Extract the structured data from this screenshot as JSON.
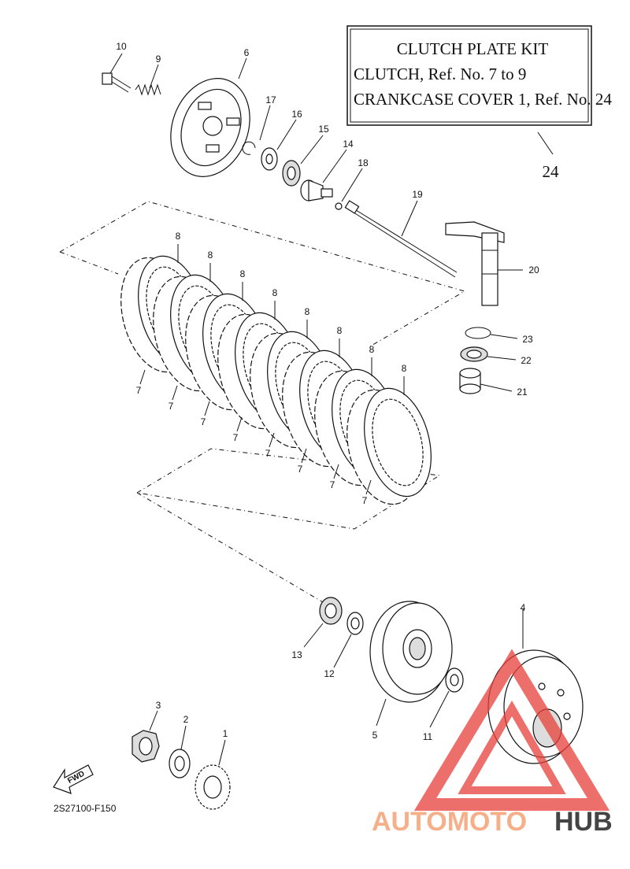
{
  "kit_box": {
    "title": "CLUTCH PLATE KIT",
    "line1": "CLUTCH, Ref. No. 7 to 9",
    "line2": "CRANKCASE COVER 1, Ref. No. 24",
    "ref": "24"
  },
  "callouts": {
    "c1": "1",
    "c2": "2",
    "c3": "3",
    "c4": "4",
    "c5": "5",
    "c6": "6",
    "c9": "9",
    "c10": "10",
    "c11": "11",
    "c12": "12",
    "c13": "13",
    "c14": "14",
    "c15": "15",
    "c16": "16",
    "c17": "17",
    "c18": "18",
    "c19": "19",
    "c20": "20",
    "c21": "21",
    "c22": "22",
    "c23": "23",
    "plate8": "8",
    "plate7": "7"
  },
  "fwd_label": "FWD",
  "diagram_code": "2S27100-F150",
  "watermark": {
    "part1": "AUTOMOTO",
    "part2": "HUB",
    "color1": "#f5b08a",
    "color2": "#444444",
    "logo_color": "#e8403a"
  }
}
